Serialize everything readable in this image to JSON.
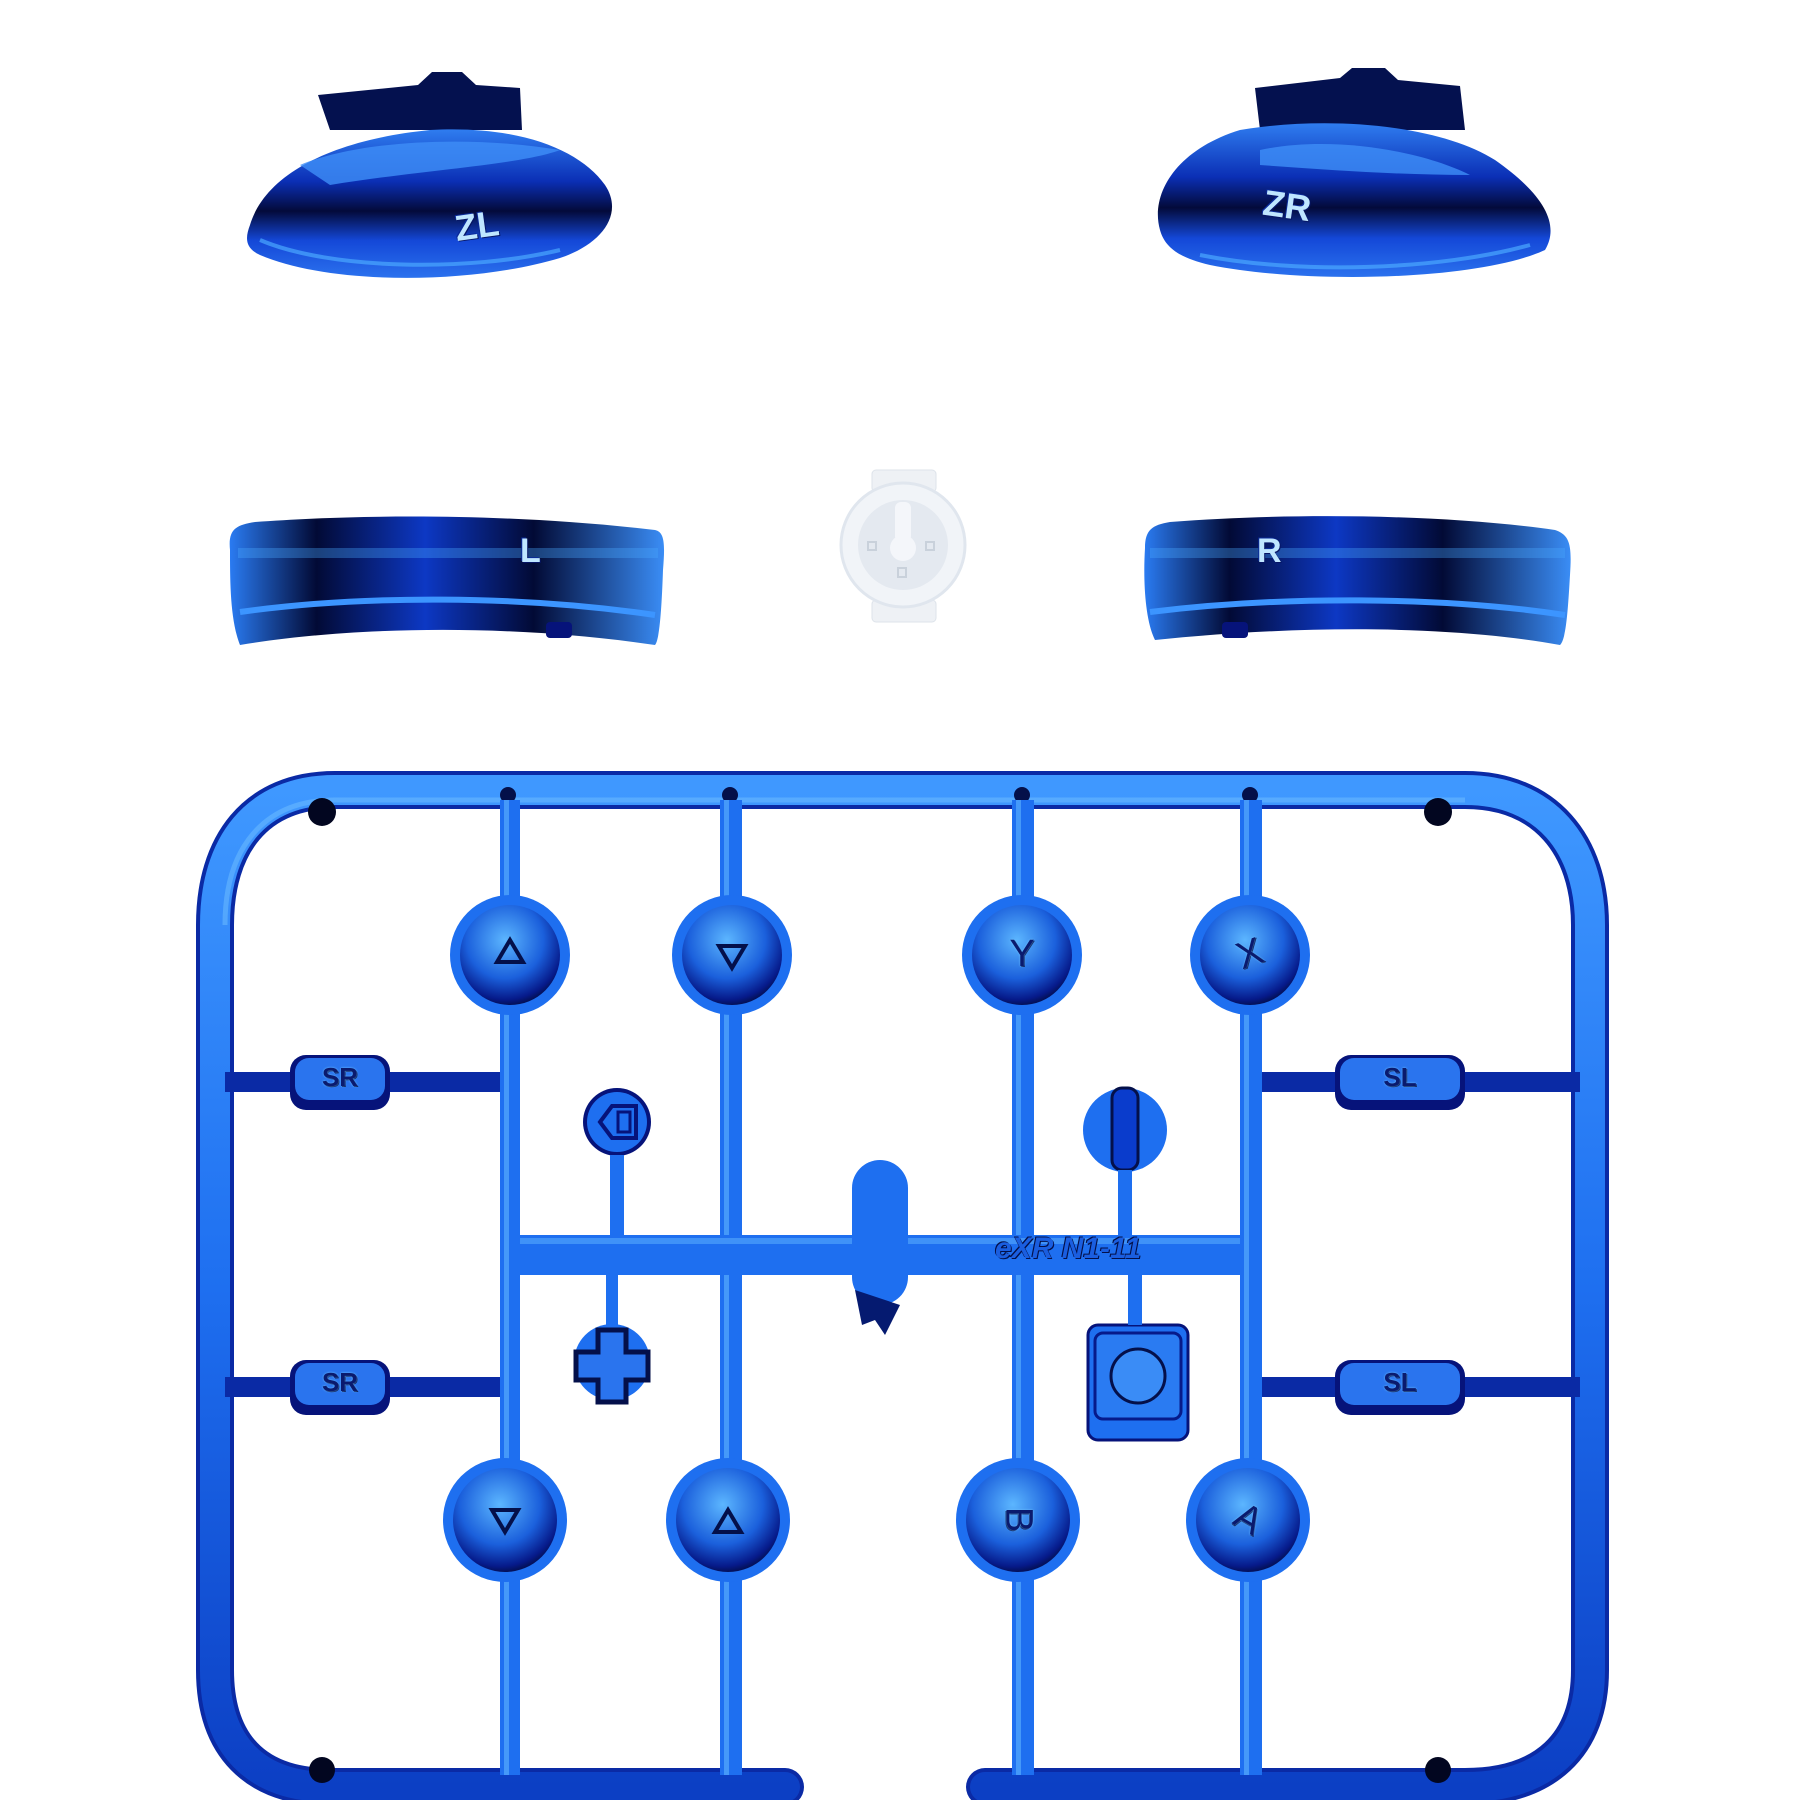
{
  "scene": {
    "description": "Chrome blue replacement button kit for a handheld controller",
    "background": "#ffffff",
    "colors": {
      "chrome_blue": "#1f6fe8",
      "chrome_light": "#4aa8ff",
      "chrome_dark": "#06137a",
      "chrome_black": "#030828",
      "clear_part": "#eef1f5"
    }
  },
  "triggers": {
    "zl": {
      "label": "ZL"
    },
    "zr": {
      "label": "ZR"
    }
  },
  "bumpers": {
    "l": {
      "label": "L"
    },
    "r": {
      "label": "R"
    }
  },
  "clear_part": {
    "name": "clear button membrane"
  },
  "sprue": {
    "engraving": "eXR N1-11",
    "rail_buttons": {
      "sr_top": "SR",
      "sr_bottom": "SR",
      "sl_top": "SL",
      "sl_bottom": "SL"
    },
    "face_buttons_top": [
      {
        "symbol": "△",
        "name": "up"
      },
      {
        "symbol": "▽",
        "name": "down"
      },
      {
        "symbol": "Y",
        "name": "y"
      },
      {
        "symbol": "X",
        "name": "x"
      }
    ],
    "face_buttons_bottom": [
      {
        "symbol": "▽",
        "name": "down"
      },
      {
        "symbol": "△",
        "name": "up"
      },
      {
        "symbol": "B",
        "name": "b"
      },
      {
        "symbol": "A",
        "name": "a"
      }
    ],
    "small_buttons": {
      "capture": "capture",
      "minus": "−",
      "plus": "+",
      "home": "○"
    }
  }
}
